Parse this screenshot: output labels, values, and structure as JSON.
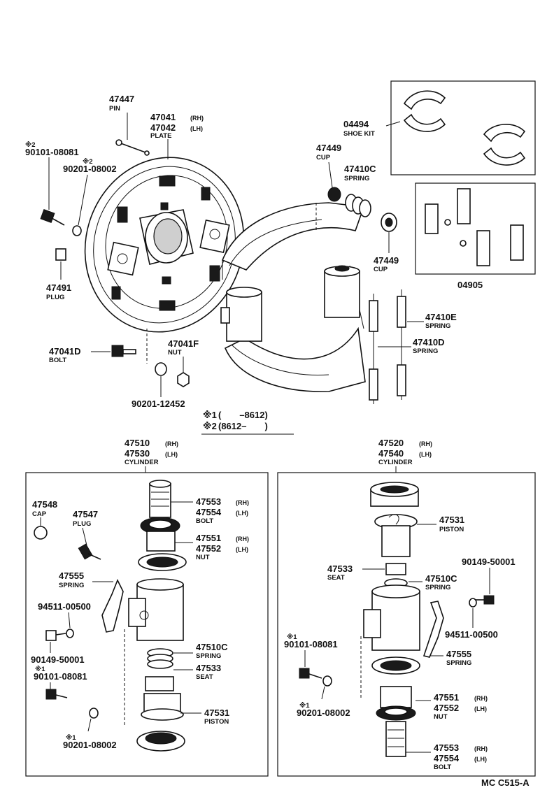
{
  "labels": {
    "pin": {
      "num": "47447",
      "name": "PIN"
    },
    "plate": {
      "num_rh": "47041",
      "num_lh": "47042",
      "rh": "(RH)",
      "lh": "(LH)",
      "name": "PLATE"
    },
    "bolt_top": {
      "note": "※2",
      "num": "90101-08081"
    },
    "washer_top": {
      "note": "※2",
      "num": "90201-08002"
    },
    "plug_491": {
      "num": "47491",
      "name": "PLUG"
    },
    "bolt_041d": {
      "num": "47041D",
      "name": "BOLT"
    },
    "nut_041f": {
      "num": "47041F",
      "name": "NUT"
    },
    "washer_12452": {
      "num": "90201-12452"
    },
    "shoe_kit": {
      "num": "04494",
      "name": "SHOE KIT"
    },
    "cup_top": {
      "num": "47449",
      "name": "CUP"
    },
    "spring_410c": {
      "num": "47410C",
      "name": "SPRING"
    },
    "cup_right": {
      "num": "47449",
      "name": "CUP"
    },
    "kit_04905": {
      "num": "04905"
    },
    "spring_410e": {
      "num": "47410E",
      "name": "SPRING"
    },
    "spring_410d": {
      "num": "47410D",
      "name": "SPRING"
    },
    "legend_1": {
      "mark": "※1",
      "text": "(　　–8612)"
    },
    "legend_2": {
      "mark": "※2",
      "text": "(8612–　　)"
    },
    "cyl_left_title": {
      "num_rh": "47510",
      "num_lh": "47530",
      "rh": "(RH)",
      "lh": "(LH)",
      "name": "CYLINDER"
    },
    "cyl_right_title": {
      "num_rh": "47520",
      "num_lh": "47540",
      "rh": "(RH)",
      "lh": "(LH)",
      "name": "CYLINDER"
    },
    "cap_548": {
      "num": "47548",
      "name": "CAP"
    },
    "plug_547": {
      "num": "47547",
      "name": "PLUG"
    },
    "bolt_553_l": {
      "num_rh": "47553",
      "num_lh": "47554",
      "rh": "(RH)",
      "lh": "(LH)",
      "name": "BOLT"
    },
    "nut_551_l": {
      "num_rh": "47551",
      "num_lh": "47552",
      "rh": "(RH)",
      "lh": "(LH)",
      "name": "NUT"
    },
    "spring_555_l": {
      "num": "47555",
      "name": "SPRING"
    },
    "washer_94511_l": {
      "num": "94511-00500"
    },
    "bolt_90149_l": {
      "num": "90149-50001"
    },
    "bolt_90101_l": {
      "note": "※1",
      "num": "90101-08081"
    },
    "spring_510c_l": {
      "num": "47510C",
      "name": "SPRING"
    },
    "seat_533_l": {
      "num": "47533",
      "name": "SEAT"
    },
    "piston_531_l": {
      "num": "47531",
      "name": "PISTON"
    },
    "washer_90201_l": {
      "note": "※1",
      "num": "90201-08002"
    },
    "piston_531_r": {
      "num": "47531",
      "name": "PISTON"
    },
    "seat_533_r": {
      "num": "47533",
      "name": "SEAT"
    },
    "spring_510c_r": {
      "num": "47510C",
      "name": "SPRING"
    },
    "bolt_90149_r": {
      "num": "90149-50001"
    },
    "washer_94511_r": {
      "num": "94511-00500"
    },
    "bolt_90101_r": {
      "note": "※1",
      "num": "90101-08081"
    },
    "spring_555_r": {
      "num": "47555",
      "name": "SPRING"
    },
    "washer_90201_r": {
      "note": "※1",
      "num": "90201-08002"
    },
    "nut_551_r": {
      "num_rh": "47551",
      "num_lh": "47552",
      "rh": "(RH)",
      "lh": "(LH)",
      "name": "NUT"
    },
    "bolt_553_r": {
      "num_rh": "47553",
      "num_lh": "47554",
      "rh": "(RH)",
      "lh": "(LH)",
      "name": "BOLT"
    },
    "code": "MC  C515-A"
  }
}
